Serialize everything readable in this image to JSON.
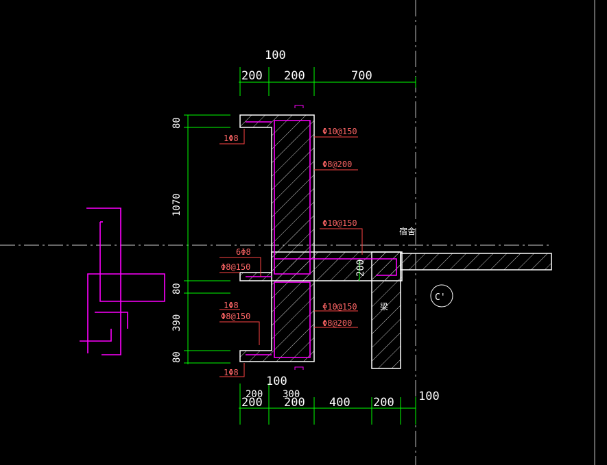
{
  "colors": {
    "background": "#000000",
    "dimension": "#00ff00",
    "structure": "#ffffff",
    "rebar": "#ff00ff",
    "leader": "#ff4444",
    "centerline": "#cccccc",
    "text": "#ffffff"
  },
  "dimensions": {
    "top_overall": "100",
    "top_segments": [
      "200",
      "200",
      "700"
    ],
    "left_segments": [
      "80",
      "1070",
      "80",
      "390",
      "80"
    ],
    "bottom_upper_overall": "100",
    "bottom_upper_segments": [
      "200",
      "300"
    ],
    "bottom_segments": [
      "200",
      "200",
      "400",
      "200"
    ],
    "bottom_right": "100",
    "beam_height": "200"
  },
  "rebar_labels": {
    "top_left": "1Φ8",
    "upper_1": "Φ10@150",
    "upper_2": "Φ8@200",
    "middle_right": "Φ10@150",
    "middle_left_1": "6Φ8",
    "middle_left_2": "Φ8@150",
    "lower_left_1": "1Φ8",
    "lower_left_2": "Φ8@150",
    "lower_right_1": "Φ10@150",
    "lower_right_2": "Φ8@200",
    "bottom_left": "1Φ8"
  },
  "labels": {
    "room": "宿舍",
    "beam_mark": "梁",
    "axis": "C'"
  }
}
